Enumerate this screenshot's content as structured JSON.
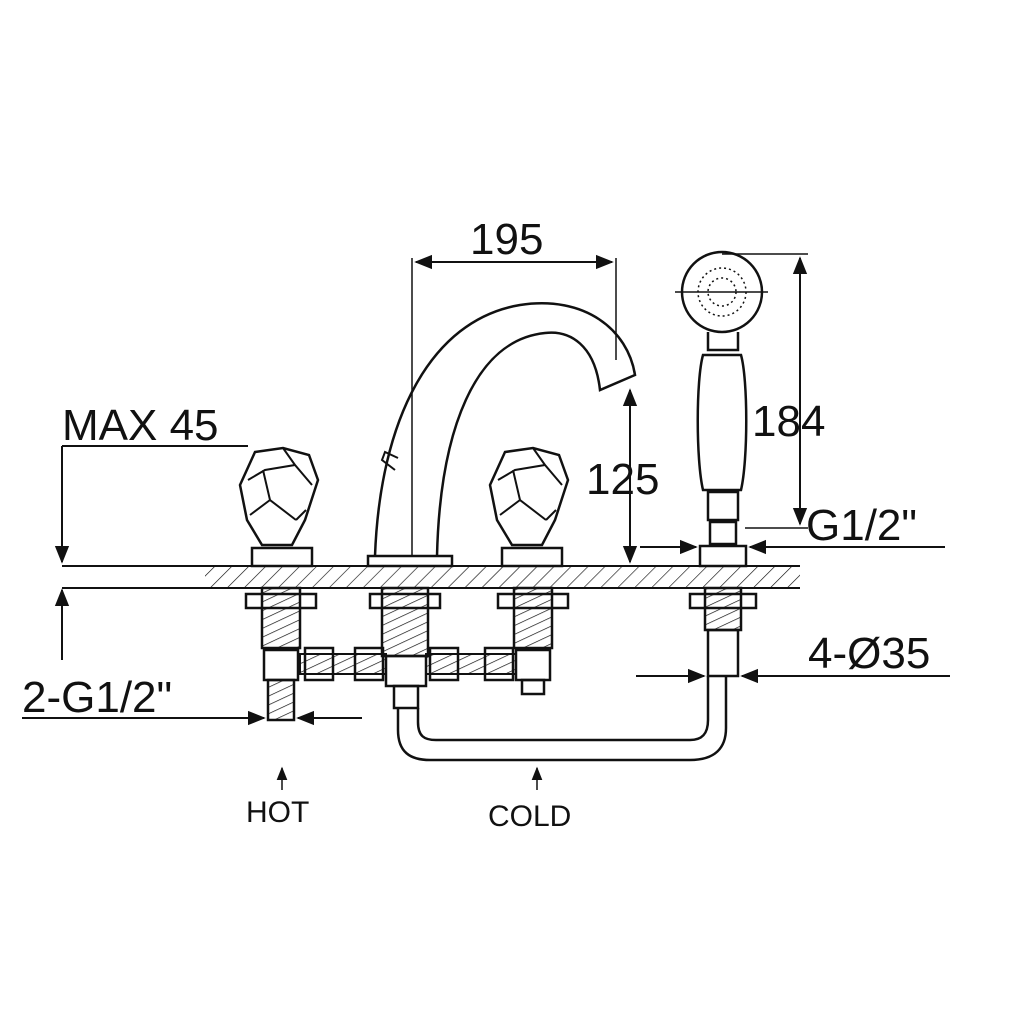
{
  "dimensions": {
    "spout_reach": "195",
    "spout_height": "125",
    "handshower_length": "184",
    "handshower_thread": "G1/2\"",
    "max_deck_thickness": "MAX 45",
    "inlet_thread": "2-G1/2\"",
    "hole_diameter": "4-Ø35"
  },
  "labels": {
    "hot": "HOT",
    "cold": "COLD"
  },
  "colors": {
    "line": "#111111",
    "background": "#ffffff"
  }
}
